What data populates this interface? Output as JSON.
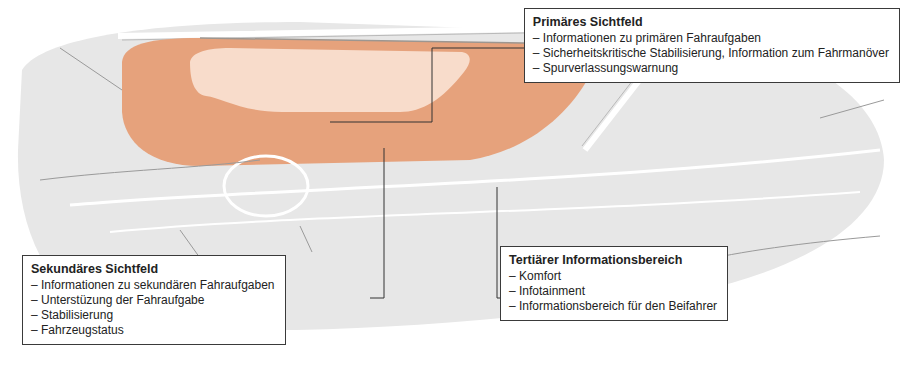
{
  "diagram": {
    "nodes": [
      {
        "text": [
          "Primäres Sichtfeld",
          "– Informationen zu primären Fahraufgaben",
          "– Sicherheitskritische Stabilisierung, Information zum Fahrmanöver",
          "– Spurverlassungswarnung"
        ]
      },
      {
        "text": [
          "Sekundäres Sichtfeld",
          "– Informationen zu sekundären Fahraufgaben",
          "– Unterstüzung der Fahraufgabe",
          "– Stabilisierung",
          "– Fahrzeugstatus"
        ]
      },
      {
        "text": [
          "Tertiärer Informationsbereich",
          "– Komfort",
          "– Infotainment",
          "– Informationsbereich für den Beifahrer"
        ]
      }
    ]
  }
}
